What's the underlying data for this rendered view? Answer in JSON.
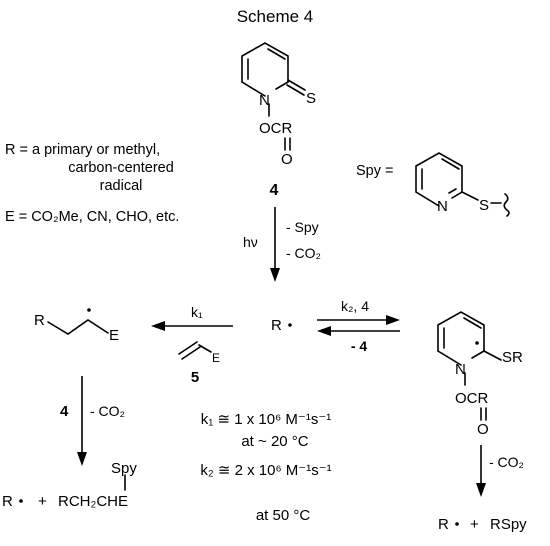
{
  "title": "Scheme 4",
  "definitions": {
    "r_line1": "R =  a primary or methyl,",
    "r_line2": "carbon-centered",
    "r_line3": "radical",
    "e_def": "E = CO₂Me, CN, CHO, etc.",
    "spy_label": "Spy  ="
  },
  "compound4": {
    "N": "N",
    "S": "S",
    "OCR": "OCR",
    "O": "O",
    "label": "4"
  },
  "spy_structure": {
    "N": "N",
    "S": "S"
  },
  "photolysis": {
    "hv": "hν",
    "minus_spy": "- Spy",
    "minus_co2": "- CO₂"
  },
  "radical": {
    "label": "R"
  },
  "alkyl_radical_product": {
    "R": "R",
    "E": "E"
  },
  "alkene5": {
    "E": "E",
    "label": "5"
  },
  "k1_arrow": {
    "label": "k₁"
  },
  "equilibrium": {
    "forward": "k₂, 4",
    "reverse": "- 4"
  },
  "adduct": {
    "N": "N",
    "SR": "SR",
    "OCR": "OCR",
    "O": "O"
  },
  "left_step": {
    "reagent": "4",
    "loss": "- CO₂"
  },
  "right_step": {
    "loss": "- CO₂"
  },
  "rates": {
    "k1": "k₁ ≅ 1 x 10⁶ M⁻¹s⁻¹",
    "k1_temp": "at ~ 20 °C",
    "k2": "k₂ ≅ 2 x 10⁶ M⁻¹s⁻¹",
    "k2_temp": "at 50 °C"
  },
  "left_product": {
    "r": "R",
    "plus": "+",
    "formula": "RCH₂CHE",
    "spy": "Spy"
  },
  "right_product": {
    "r": "R",
    "plus": "+",
    "formula": "RSpy"
  }
}
